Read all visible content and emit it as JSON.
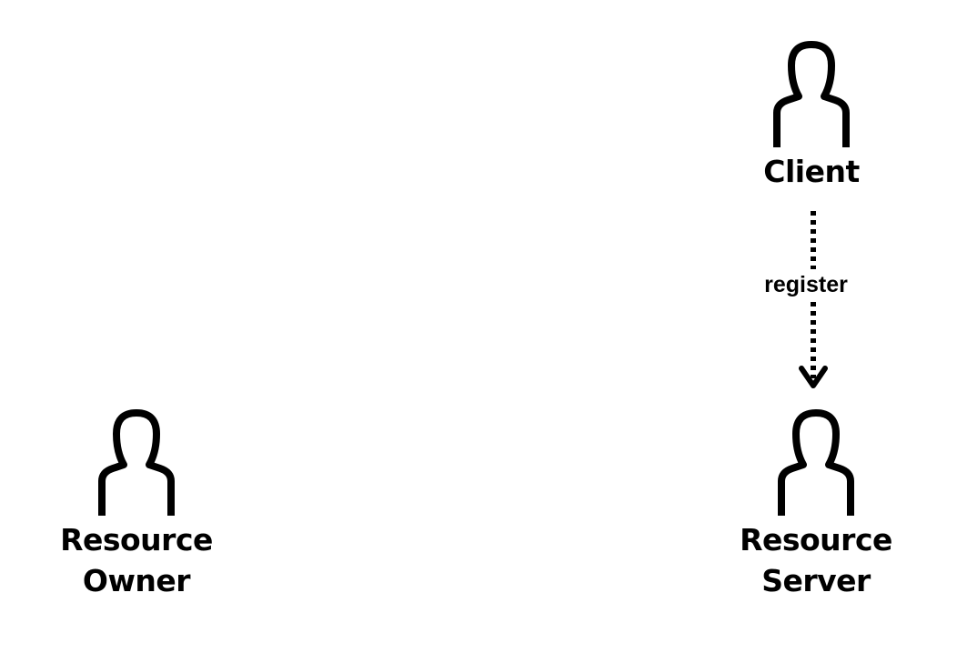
{
  "nodes": {
    "client": {
      "label": "Client"
    },
    "resource_owner": {
      "label": "Resource\nOwner"
    },
    "resource_server": {
      "label": "Resource\nServer"
    }
  },
  "edges": [
    {
      "from": "Client",
      "to": "Resource Server",
      "label": "register",
      "style": "dotted",
      "arrow": "down"
    }
  ],
  "colors": {
    "stroke": "#000000",
    "background": "#ffffff"
  },
  "icons": {
    "actor": "person-outline-icon",
    "arrowhead": "arrow-down-icon"
  }
}
